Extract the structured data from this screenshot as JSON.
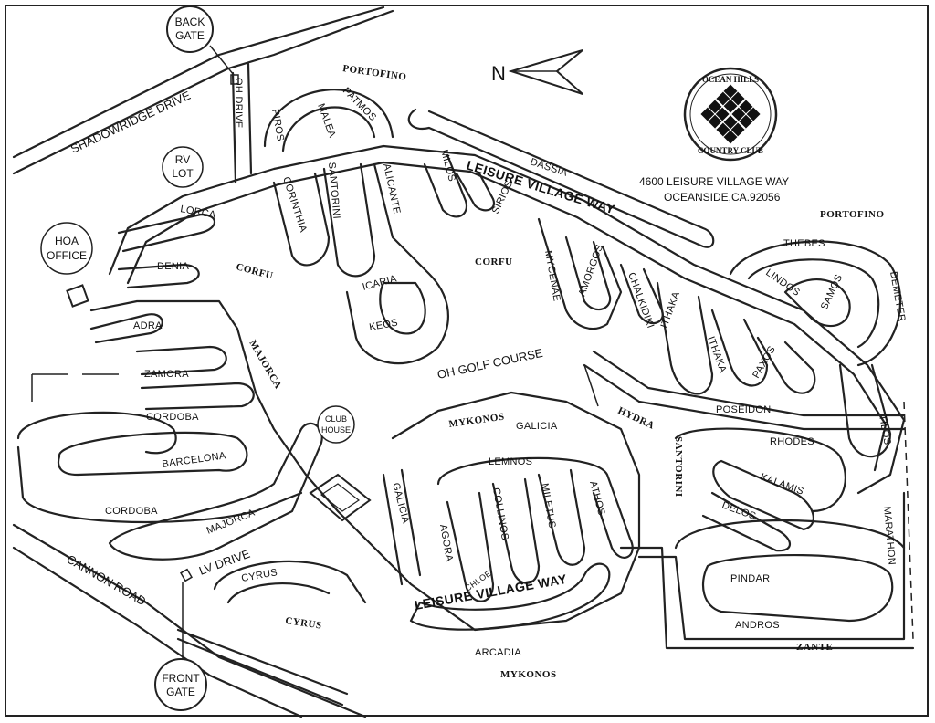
{
  "gates": {
    "back": "BACK\nGATE",
    "front": "FRONT\nGATE"
  },
  "facilities": {
    "rv_lot": "RV\nLOT",
    "hoa_office": "HOA\nOFFICE",
    "club_house": "CLUB\nHOUSE"
  },
  "address": {
    "line1": "4600 LEISURE VILLAGE WAY",
    "line2": "OCEANSIDE,CA.92056"
  },
  "logo": {
    "top": "OCEAN HILLS",
    "bottom": "COUNTRY CLUB"
  },
  "compass": "N",
  "major_roads": {
    "shadowridge": "SHADOWRIDGE DRIVE",
    "cannon": "CANNON ROAD",
    "oh_drive": "OH DRIVE",
    "lv_drive": "LV DRIVE",
    "leisure_north": "LEISURE VILLAGE WAY",
    "leisure_south": "LEISURE VILLAGE WAY",
    "golf": "OH GOLF COURSE"
  },
  "areas": {
    "portofino_nw": "PORTOFINO",
    "portofino_ne": "PORTOFINO",
    "corfu_w": "CORFU",
    "corfu_c": "CORFU",
    "majorca_area": "MAJORCA",
    "mykonos_n": "MYKONOS",
    "mykonos_s": "MYKONOS",
    "hydra": "HYDRA",
    "santorini_area": "SANTORINI",
    "cyrus_area": "CYRUS",
    "zante": "ZANTE"
  },
  "streets": {
    "piros": "PIROS",
    "malea": "MALEA",
    "patmos": "PATMOS",
    "corinthia": "CORINTHIA",
    "santorini": "SANTORINI",
    "alicante": "ALICANTE",
    "milos": "MILOS",
    "icaria": "ICARIA",
    "keos": "KEOS",
    "dassia": "DASSIA",
    "sirios": "SIRIOS",
    "mycenae": "MYCENAE",
    "amorgos": "AMORGOS",
    "chalkidiki": "CHALKIDIKI",
    "ithaka": "ITHAKA",
    "paxos": "PAXOS",
    "lindos": "LINDOS",
    "samos": "SAMOS",
    "thebes": "THEBES",
    "demeter": "DEMETER",
    "poseidon": "POSEIDON",
    "lorca": "LORCA",
    "denia": "DENIA",
    "adra": "ADRA",
    "zamora": "ZAMORA",
    "cordoba_n": "CORDOBA",
    "barcelona": "BARCELONA",
    "cordoba_s": "CORDOBA",
    "majorca": "MAJORCA",
    "cyrus": "CYRUS",
    "galicia_n": "GALICIA",
    "galicia_v": "GALICIA",
    "lemnos": "LEMNOS",
    "agora": "AGORA",
    "collinos": "COLLINOS",
    "miletus": "MILETUS",
    "athos": "ATHOS",
    "chloe": "CHLOE",
    "arcadia": "ARCADIA",
    "rhodes": "RHODES",
    "kalamis": "KALAMIS",
    "delos": "DELOS",
    "tilos": "TILOS",
    "marathon": "MARATHON",
    "pindar": "PINDAR",
    "andros": "ANDROS"
  }
}
